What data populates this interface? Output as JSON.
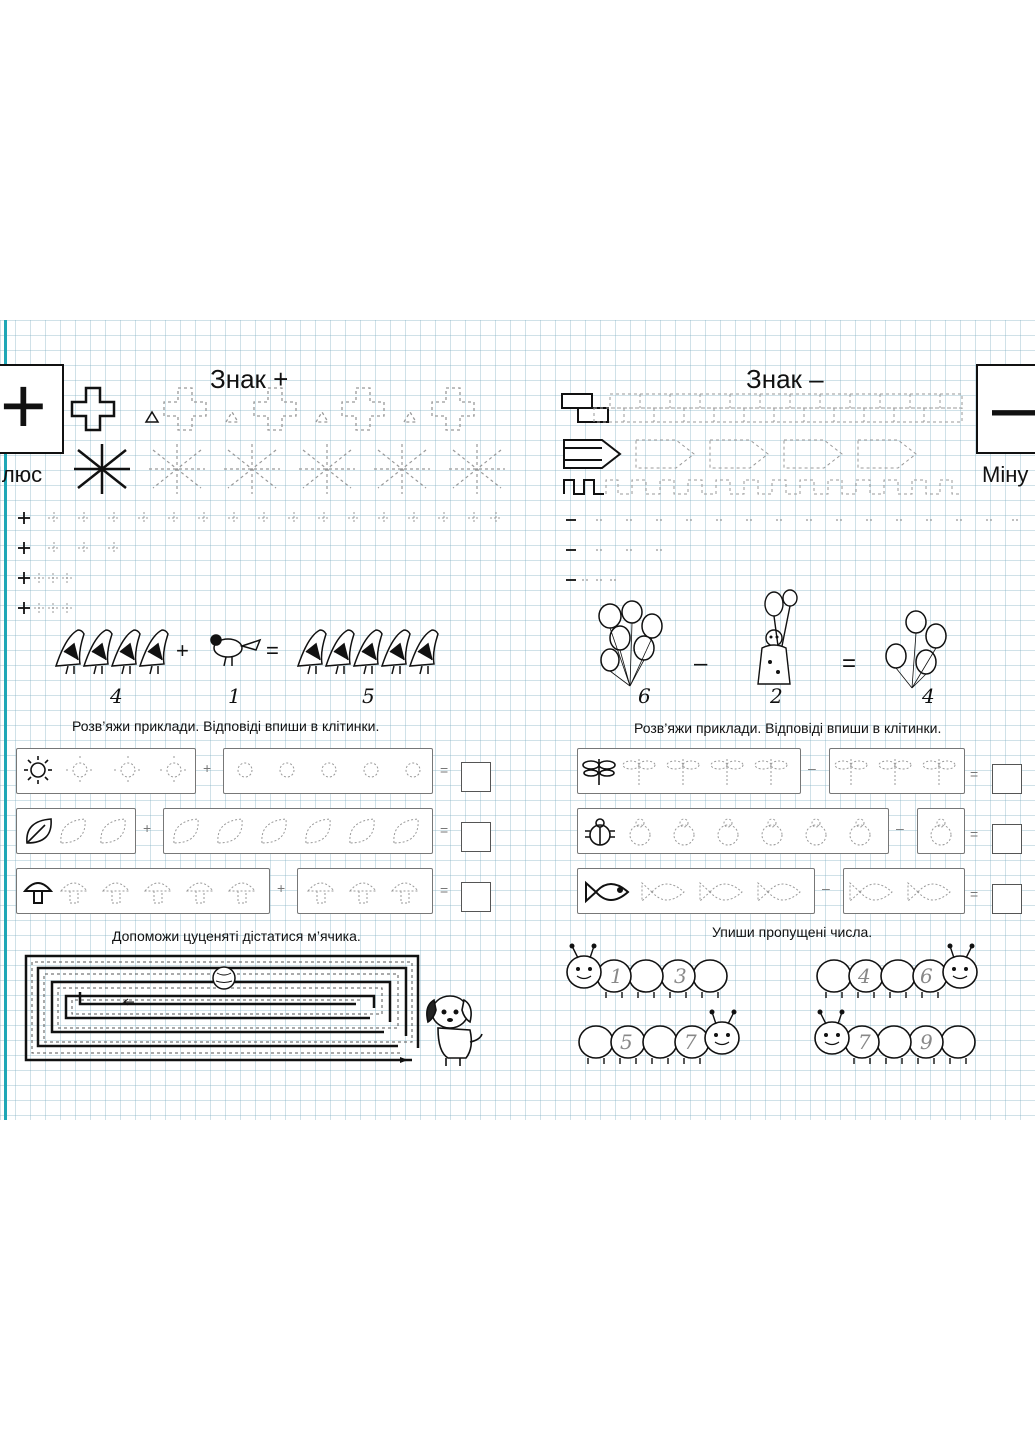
{
  "left_page": {
    "title": "Знак +",
    "sign_symbol": "+",
    "sign_label": "Плюс",
    "example": {
      "a": "4",
      "op": "+",
      "b": "1",
      "eq": "=",
      "result": "5"
    },
    "instruction_solve": "Розв’яжи приклади. Відповіді впиши в клітинки.",
    "tasks": [
      {
        "icon": "sun-icon",
        "op": "+",
        "eq": "="
      },
      {
        "icon": "leaf-icon",
        "op": "+",
        "eq": "="
      },
      {
        "icon": "mushroom-icon",
        "op": "+",
        "eq": "="
      }
    ],
    "instruction_maze": "Допоможи цуценяті дістатися м’ячика."
  },
  "right_page": {
    "title": "Знак –",
    "sign_symbol": "–",
    "sign_label": "Міну",
    "example": {
      "a": "6",
      "op": "–",
      "b": "2",
      "eq": "=",
      "result": "4"
    },
    "instruction_solve": "Розв’яжи приклади. Відповіді впиши в клітинки.",
    "tasks": [
      {
        "icon": "dragonfly-icon",
        "op": "–",
        "eq": "="
      },
      {
        "icon": "bug-icon",
        "op": "–",
        "eq": "="
      },
      {
        "icon": "fish-icon",
        "op": "–",
        "eq": "="
      }
    ],
    "instruction_numbers": "Упиши пропущені числа.",
    "caterpillars": [
      {
        "numbers": [
          "1",
          "3"
        ]
      },
      {
        "numbers": [
          "4",
          "6"
        ]
      },
      {
        "numbers": [
          "5",
          "7"
        ]
      },
      {
        "numbers": [
          "7",
          "9"
        ]
      }
    ]
  },
  "colors": {
    "spine": "#1fa7b6",
    "grid": "#a8cad6"
  }
}
